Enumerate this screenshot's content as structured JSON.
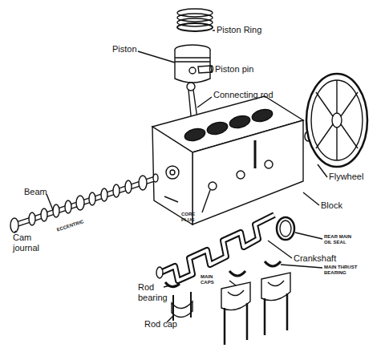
{
  "diagram": {
    "labels": [
      "Piston Ring",
      "Piston",
      "Piston pin",
      "Connecting rod",
      "Flywheel",
      "Block",
      "Beam",
      "ECCENTRIC",
      "Cam journal",
      "CORE PLUG",
      "REAR MAIN OIL SEAL",
      "Crankshaft",
      "MAIN THRUST BEARING",
      "MAIN CAPS",
      "Rod bearing",
      "Rod cap"
    ]
  }
}
